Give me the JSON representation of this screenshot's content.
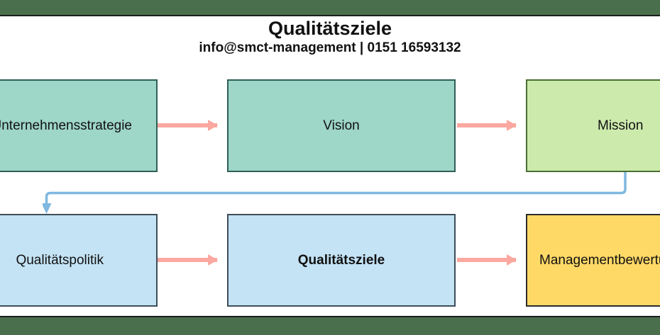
{
  "header": {
    "title": "Qualitätsziele",
    "subtitle": "info@smct-management | 0151 16593132"
  },
  "theme": {
    "band_color": "#4a6f4c",
    "teal": "#9ed6c8",
    "light_green": "#cdeaad",
    "light_blue": "#c4e3f5",
    "gold": "#ffd966",
    "arrow_salmon": "#fba8a0",
    "connector_blue": "#7fb8e0"
  },
  "diagram": {
    "rows": [
      {
        "name": "row-1",
        "nodes": [
          {
            "id": "strategie",
            "label": "Unternehmensstrategie",
            "color": "teal",
            "bold": false,
            "clipped": "left"
          },
          {
            "id": "vision",
            "label": "Vision",
            "color": "teal",
            "bold": false,
            "clipped": "none"
          },
          {
            "id": "mission",
            "label": "Mission",
            "color": "light_green",
            "bold": false,
            "clipped": "right"
          }
        ]
      },
      {
        "name": "row-2",
        "nodes": [
          {
            "id": "politik",
            "label": "Qualitätspolitik",
            "color": "light_blue",
            "bold": false,
            "clipped": "left"
          },
          {
            "id": "ziele",
            "label": "Qualitätsziele",
            "color": "light_blue",
            "bold": true,
            "clipped": "none"
          },
          {
            "id": "bewertung",
            "label": "Managementbewertung",
            "color": "gold",
            "bold": false,
            "clipped": "right"
          }
        ]
      }
    ],
    "edges": [
      {
        "id": "strategie-vision",
        "from": "strategie",
        "to": "vision",
        "style": "straight-arrow",
        "color": "#fba8a0"
      },
      {
        "id": "vision-mission",
        "from": "vision",
        "to": "mission",
        "style": "straight-arrow",
        "color": "#fba8a0"
      },
      {
        "id": "mission-politik",
        "from": "mission",
        "to": "politik",
        "style": "elbow-arrow",
        "color": "#7fb8e0"
      },
      {
        "id": "politik-ziele",
        "from": "politik",
        "to": "ziele",
        "style": "straight-arrow",
        "color": "#fba8a0"
      },
      {
        "id": "ziele-bewertung",
        "from": "ziele",
        "to": "bewertung",
        "style": "straight-arrow",
        "color": "#fba8a0"
      }
    ]
  }
}
